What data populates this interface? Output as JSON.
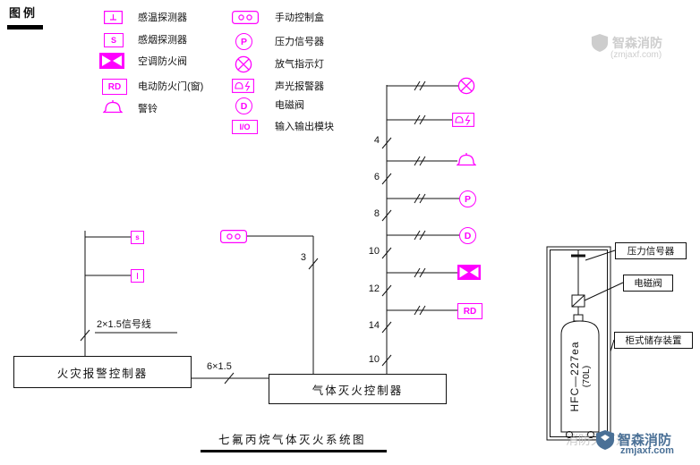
{
  "colors": {
    "accent": "#ff00ff",
    "line": "#111111",
    "watermark_blue": "#4a7096",
    "watermark_gray": "#a6a6a6"
  },
  "legend": {
    "title": "图例",
    "col1": [
      {
        "label": "感温探测器"
      },
      {
        "label": "感烟探测器"
      },
      {
        "label": "空调防火阀"
      },
      {
        "label": "电动防火门(窗)"
      },
      {
        "label": "警铃"
      }
    ],
    "col2": [
      {
        "label": "手动控制盒"
      },
      {
        "label": "压力信号器"
      },
      {
        "label": "放气指示灯"
      },
      {
        "label": "声光报警器"
      },
      {
        "label": "电磁阀"
      },
      {
        "label": "输入输出模块"
      }
    ]
  },
  "icons": {
    "pressure_letter": "P",
    "solenoid_letter": "D",
    "fire_door": "RD",
    "smoke_letter": "S",
    "smoke_letter_small": "s",
    "io": "I/O"
  },
  "diagram": {
    "bus_numbers": [
      "4",
      "6",
      "8",
      "10",
      "12",
      "14"
    ],
    "bottom_number": "10",
    "manual_line_count": "3",
    "signal_line_label": "2×1.5信号线",
    "trunk_label": "6×1.5",
    "fire_alarm_controller": "火灾报警控制器",
    "gas_controller": "气体灭火控制器",
    "tank_model": "HFC—227ea",
    "tank_volume": "(70L)",
    "callout_pressure": "压力信号器",
    "callout_solenoid": "电磁阀",
    "callout_cabinet": "柜式储存装置"
  },
  "title": "七氟丙烷气体灭火系统图",
  "watermark": {
    "brand": "智森消防",
    "site": "zmjaxf.com",
    "site_paren": "(zmjaxf.com)",
    "tagline": "消防天下通"
  }
}
